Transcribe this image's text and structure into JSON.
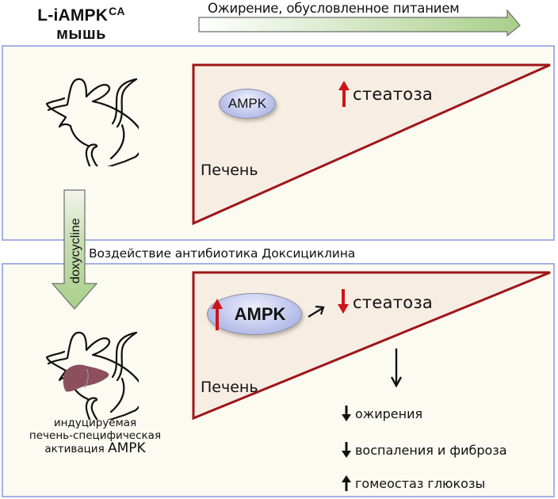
{
  "title": {
    "line1_main": "L-iAMPK",
    "line1_superscript": "CA",
    "line2": "мышь"
  },
  "timeline_arrow": {
    "label": "Ожирение, обусловленное питанием",
    "icon": "right-arrow-icon",
    "color_start": "#ffffff",
    "color_end": "#a9cf8a"
  },
  "panel_top": {
    "liver_label": "Печень",
    "ampk_label": "AMPK",
    "steatosis": {
      "direction_icon": "up-arrow-icon",
      "label": "стеатоза",
      "arrow_color": "#cc1419"
    }
  },
  "treatment": {
    "arrow_label": "doxycycline",
    "caption": "Воздействие антибиотика Доксициклина",
    "arrow_color": "#a9cf8a"
  },
  "panel_bottom": {
    "liver_label": "Печень",
    "ampk": {
      "direction_icon": "up-arrow-icon",
      "label": "AMPK",
      "arrow_color": "#cc1419"
    },
    "steatosis": {
      "direction_icon": "down-arrow-icon",
      "label": "стеатоза",
      "arrow_color": "#cc1419"
    },
    "mouse_caption": {
      "line1": "индуцируемая",
      "line2": "печень-специфическая",
      "line3_prefix": "активация ",
      "line3_emph": "AMPK"
    },
    "effects": [
      {
        "direction": "down",
        "icon": "down-arrow-icon",
        "label": "ожирения"
      },
      {
        "direction": "down",
        "icon": "down-arrow-icon",
        "label": "воспаления и фиброза"
      },
      {
        "direction": "up",
        "icon": "up-arrow-icon",
        "label": "гомеостаз глюкозы"
      }
    ]
  },
  "colors": {
    "panel_border": "#a4b1e4",
    "panel_background": "#fbfbf2",
    "liver_triangle_fill": "#f6ede3",
    "liver_triangle_stroke": "#a01518",
    "liver_organ": "#8b4f5e"
  }
}
